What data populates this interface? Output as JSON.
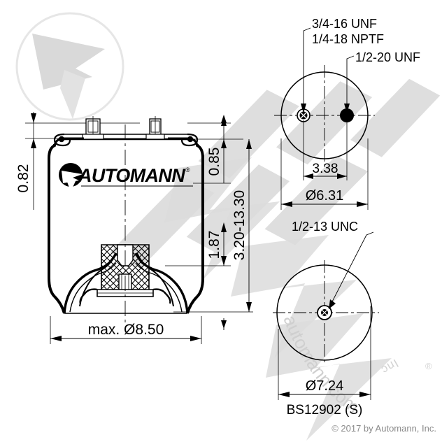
{
  "drawing": {
    "part_number": "BS12902 (S)",
    "copyright": "© 2017 by Automann, Inc.",
    "brand": "AUTOMANN",
    "brand_mark": "®",
    "watermark_text": "automann.com",
    "watermark_suffix": "Inc",
    "watermark_mark": "®"
  },
  "main_view": {
    "name": "air-spring-section-view",
    "dimensions": {
      "top_plate_height": "0.82",
      "bead_plate_offset": "0.85",
      "bumper_height": "1.87",
      "stroke_range": "3.20-13.30",
      "max_diameter": "max. Ø8.50"
    }
  },
  "top_view": {
    "name": "top-bead-plate-view",
    "callouts": [
      "3/4-16 UNF",
      "1/4-18 NPTF",
      "1/2-20 UNF"
    ],
    "dimensions": {
      "stud_spacing": "3.38",
      "plate_diameter": "Ø6.31"
    }
  },
  "bottom_view": {
    "name": "piston-bottom-view",
    "callouts": [
      "1/2-13 UNC"
    ],
    "dimensions": {
      "piston_diameter": "Ø7.24"
    }
  },
  "colors": {
    "line": "#000000",
    "watermark": "#d6d6d6",
    "watermark_light": "#e8e8e8",
    "copyright_text": "#8a8a8a",
    "fill_light": "#f2f2f2"
  }
}
